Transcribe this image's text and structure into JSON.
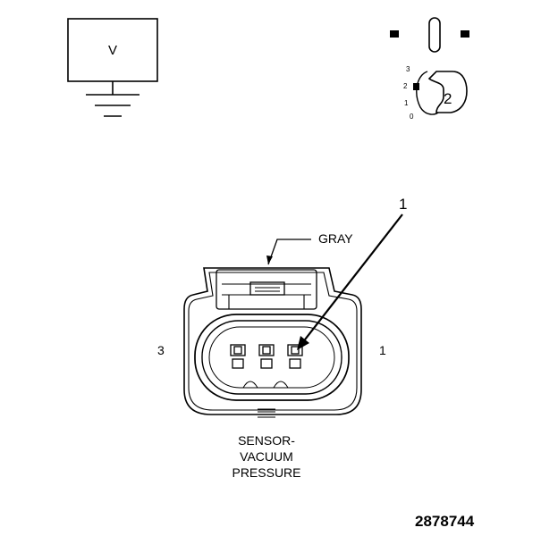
{
  "voltmeter": {
    "symbol": "V"
  },
  "ignition": {
    "positions": [
      "3",
      "2",
      "1",
      "0"
    ],
    "key_position": "2"
  },
  "connector": {
    "wire_color": "GRAY",
    "callout": "1",
    "side_left": "3",
    "side_right": "1",
    "title_lines": [
      "SENSOR-",
      "VACUUM",
      "PRESSURE"
    ]
  },
  "figure_id": "2878744"
}
